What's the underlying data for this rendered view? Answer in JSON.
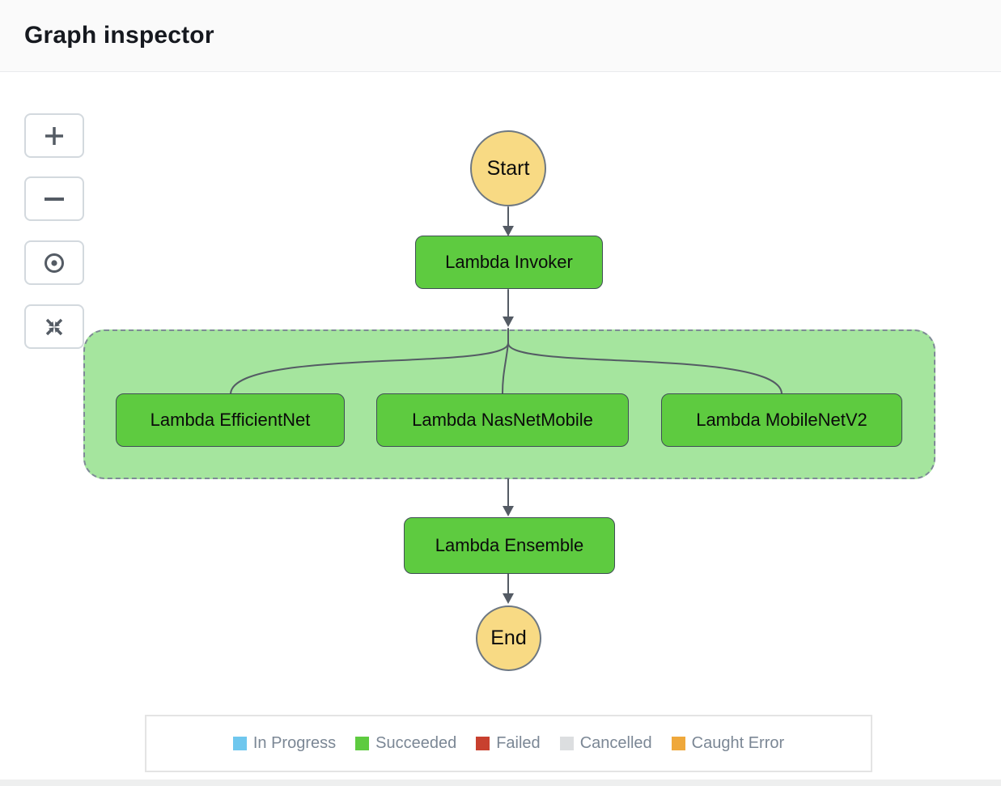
{
  "header": {
    "title": "Graph inspector"
  },
  "toolbar": {
    "buttons": [
      {
        "id": "zoom-in",
        "icon": "plus-icon"
      },
      {
        "id": "zoom-out",
        "icon": "minus-icon"
      },
      {
        "id": "center",
        "icon": "center-target-icon"
      },
      {
        "id": "fit-view",
        "icon": "expand-arrows-icon"
      }
    ]
  },
  "graph": {
    "nodes": {
      "start": "Start",
      "invoker": "Lambda Invoker",
      "branch1": "Lambda EfficientNet",
      "branch2": "Lambda NasNetMobile",
      "branch3": "Lambda MobileNetV2",
      "ensemble": "Lambda Ensemble",
      "end": "End"
    },
    "colors": {
      "succeeded_node": "#5ecb40",
      "parallel_bg": "#a5e59e",
      "terminal_bg": "#f8da84",
      "edge": "#545b64"
    }
  },
  "legend": {
    "items": [
      {
        "label": "In Progress",
        "color": "#6fc7ee"
      },
      {
        "label": "Succeeded",
        "color": "#5ecb40"
      },
      {
        "label": "Failed",
        "color": "#c8402f"
      },
      {
        "label": "Cancelled",
        "color": "#dcdee0"
      },
      {
        "label": "Caught Error",
        "color": "#efa83b"
      }
    ]
  }
}
